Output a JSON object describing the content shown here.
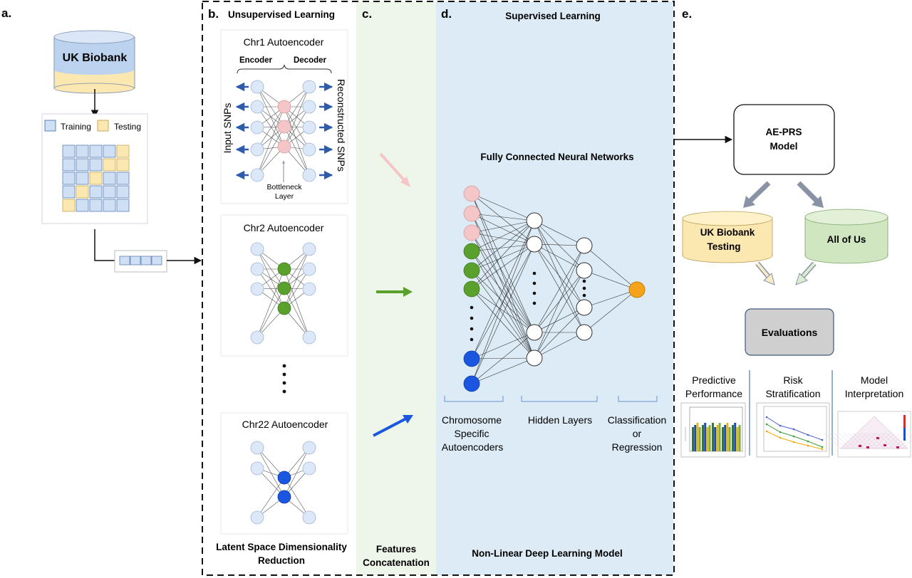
{
  "panels": {
    "a": {
      "letter": "a.",
      "database": "UK Biobank",
      "legend_training": "Training",
      "legend_testing": "Testing"
    },
    "b": {
      "letter": "b.",
      "title": "Unsupervised Learning",
      "ae1_title": "Chr1 Autoencoder",
      "encoder": "Encoder",
      "decoder": "Decoder",
      "input_snps": "Input SNPs",
      "reconstructed_snps": "Reconstructed SNPs",
      "bottleneck_line1": "Bottleneck",
      "bottleneck_line2": "Layer",
      "ae2_title": "Chr2 Autoencoder",
      "ae22_title": "Chr22 Autoencoder",
      "footer_line1": "Latent Space Dimensionality",
      "footer_line2": "Reduction"
    },
    "c": {
      "letter": "c.",
      "footer_line1": "Features",
      "footer_line2": "Concatenation"
    },
    "d": {
      "letter": "d.",
      "title": "Supervised Learning",
      "network_title": "Fully Connected Neural Networks",
      "label_input_1": "Chromosome",
      "label_input_2": "Specific",
      "label_input_3": "Autoencoders",
      "label_hidden": "Hidden Layers",
      "label_output_1": "Classification",
      "label_output_2": "or",
      "label_output_3": "Regression",
      "footer": "Non-Linear Deep Learning Model"
    },
    "e": {
      "letter": "e.",
      "model_line1": "AE-PRS",
      "model_line2": "Model",
      "db_testing_line1": "UK Biobank",
      "db_testing_line2": "Testing",
      "db_allofus": "All of Us",
      "evaluations": "Evaluations",
      "eval1_line1": "Predictive",
      "eval1_line2": "Performance",
      "eval2_line1": "Risk",
      "eval2_line2": "Stratification",
      "eval3_line1": "Model",
      "eval3_line2": "Interpretation"
    }
  },
  "colors": {
    "pink": "#f4c6c8",
    "green": "#5aa02c",
    "blue": "#1a56e0",
    "light_blue_node": "#dce8f8",
    "orange": "#f5a31a",
    "panel_green": "#eef6ea",
    "panel_blue": "#dcebf5",
    "db_blue": "#bcd3f0",
    "db_yellow": "#fbe7b0",
    "db_green": "#cfe6c0",
    "arrow_blue": "#2f5caa",
    "eval_gray": "#cfcfcf"
  }
}
